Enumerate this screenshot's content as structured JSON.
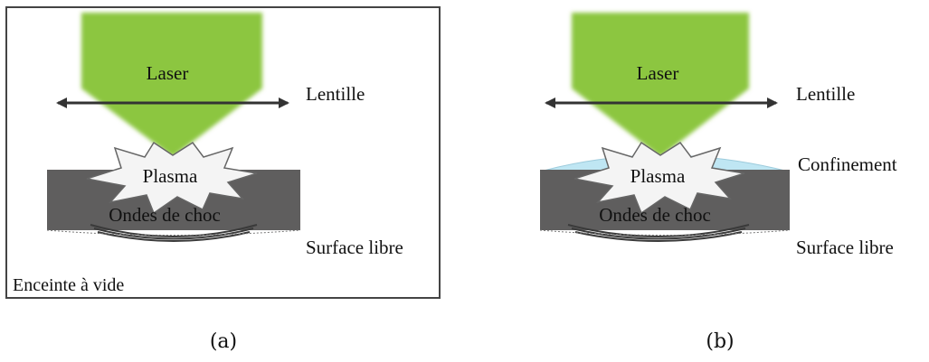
{
  "panels": [
    {
      "id": "a",
      "laser_label": "Laser",
      "lens_label": "Lentille",
      "plasma_label": "Plasma",
      "shock_label": "Ondes de choc",
      "surface_label": "Surface libre",
      "chamber_label": "Enceinte à vide",
      "caption": "(a)"
    },
    {
      "id": "b",
      "laser_label": "Laser",
      "lens_label": "Lentille",
      "plasma_label": "Plasma",
      "shock_label": "Ondes de choc",
      "confinement_label": "Confinement",
      "surface_label": "Surface libre",
      "caption": "(b)"
    }
  ],
  "colors": {
    "laser": "#8cc63f",
    "target": "#5f5e5e",
    "plasma": "#f4f4f4",
    "confinement": "#bfe6f3",
    "arrow": "#333333",
    "frame": "#444444"
  }
}
